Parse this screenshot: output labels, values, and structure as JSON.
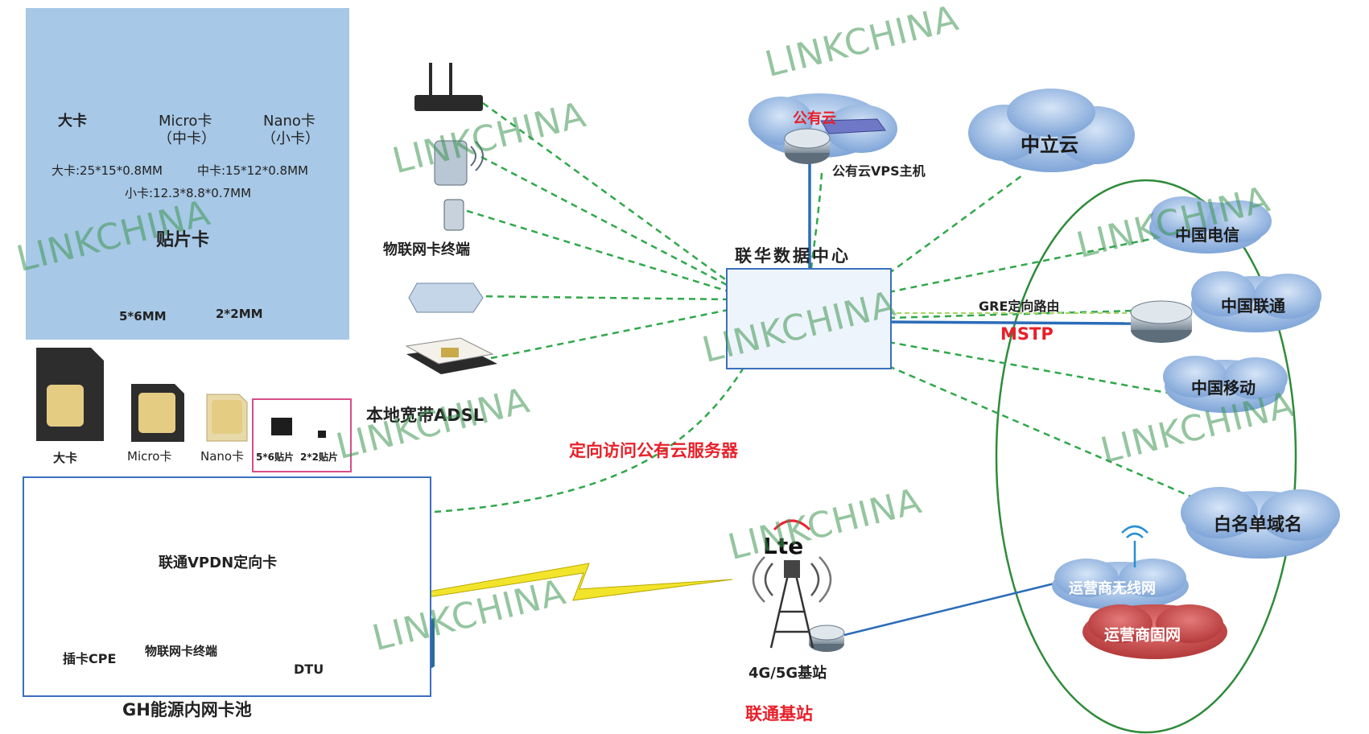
{
  "sim_panel": {
    "big_card": "大卡",
    "micro_card_line1": "Micro卡",
    "micro_card_line2": "（中卡）",
    "nano_card_line1": "Nano卡",
    "nano_card_line2": "（小卡）",
    "size_big": "大卡:25*15*0.8MM",
    "size_mid": "中卡:15*12*0.8MM",
    "size_small": "小卡:12.3*8.8*0.7MM",
    "patch_title": "贴片卡",
    "patch_5x6": "5*6MM",
    "patch_2x2": "2*2MM"
  },
  "sim_row": {
    "big": "大卡",
    "micro": "Micro卡",
    "nano": "Nano卡",
    "patch_5x6": "5*6贴片",
    "patch_2x2": "2*2贴片"
  },
  "devices": {
    "iot_terminal": "物联网卡终端",
    "local_adsl": "本地宽带ADSL"
  },
  "pool": {
    "vpdn_label": "联通VPDN定向卡",
    "cpe_label": "插卡CPE",
    "iot_terminal": "物联网卡终端",
    "dtu_label": "DTU",
    "title": "GH能源内网卡池"
  },
  "center": {
    "public_cloud": "公有云",
    "vps_host": "公有云VPS主机",
    "datacenter": "联华数据中心",
    "directed_access": "定向访问公有云服务器",
    "gre_route": "GRE定向路由",
    "mstp": "MSTP",
    "lte": "Lte",
    "base_station": "4G/5G基站",
    "unicom_station": "联通基站"
  },
  "clouds": {
    "zhongli": "中立云",
    "telecom": "中国电信",
    "unicom": "中国联通",
    "mobile": "中国移动",
    "whitelist": "白名单域名",
    "wireless": "运营商无线网",
    "fixed": "运营商固网"
  },
  "watermark": "LINKCHINA",
  "colors": {
    "panel_bg": "#a7c8e6",
    "dash_green": "#2fa84a",
    "link_blue": "#2b6cb8",
    "accent_red": "#e8202a",
    "cloud_blue": "#8fb2e0",
    "cloud_red": "#c84444",
    "ellipse_green": "#2e8b3a"
  }
}
